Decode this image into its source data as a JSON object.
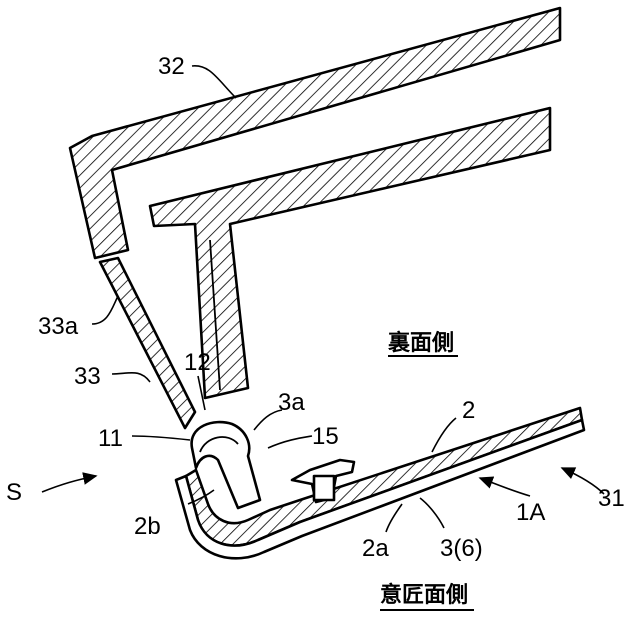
{
  "labels": {
    "l32": "32",
    "l33a": "33a",
    "l33": "33",
    "l12": "12",
    "l11": "11",
    "l3a": "3a",
    "l15": "15",
    "l2": "2",
    "lS": "S",
    "l2b": "2b",
    "l2a": "2a",
    "l36": "3(6)",
    "l1A": "1A",
    "l31": "31"
  },
  "side_labels": {
    "back_side": "裏面側",
    "design_side": "意匠面側"
  }
}
